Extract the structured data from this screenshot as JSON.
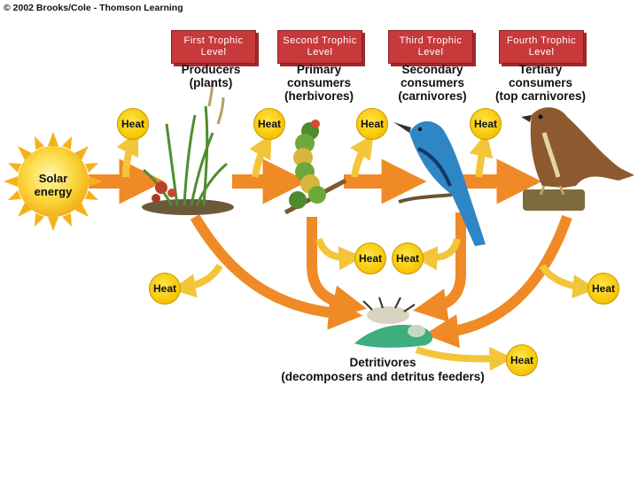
{
  "copyright": "© 2002 Brooks/Cole - Thomson Learning",
  "levels": [
    {
      "title": "First Trophic",
      "sub": "Level",
      "label_1": "Producers",
      "label_2": "(plants)",
      "label_3": ""
    },
    {
      "title": "Second Trophic",
      "sub": "Level",
      "label_1": "Primary",
      "label_2": "consumers",
      "label_3": "(herbivores)"
    },
    {
      "title": "Third Trophic",
      "sub": "Level",
      "label_1": "Secondary",
      "label_2": "consumers",
      "label_3": "(carnivores)"
    },
    {
      "title": "Fourth Trophic",
      "sub": "Level",
      "label_1": "Tertiary",
      "label_2": "consumers",
      "label_3": "(top carnivores)"
    }
  ],
  "solar": {
    "line_1": "Solar",
    "line_2": "energy"
  },
  "heat_label": "Heat",
  "detritivores": {
    "line_1": "Detritivores",
    "line_2": "(decomposers and detritus feeders)"
  },
  "colors": {
    "level_box": "#c8393c",
    "arrow": "#f0912f",
    "arrow_light": "#f7c977",
    "heat_arrow": "#f2c020",
    "sun": "#f7c928",
    "heat_badge": "#f6c400"
  },
  "icons": [
    "sun-icon",
    "plant-icon",
    "caterpillar-icon",
    "bird-icon",
    "hawk-icon",
    "decomposer-icon"
  ]
}
